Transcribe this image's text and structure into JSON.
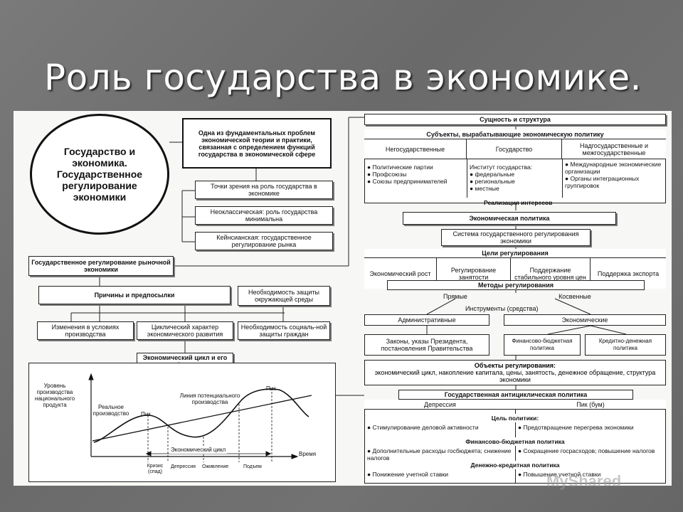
{
  "slide": {
    "title": "Роль государства в экономике."
  },
  "left": {
    "circle": "Государство и экономика. Государственное регулирование экономики",
    "problem": "Одна из фундаментальных проблем экономической теории и практики, связанная с определением функций государства в экономической сфере",
    "views": "Точки зрения на роль государства в экономике",
    "neo": "Неоклассическая: роль государства минимальна",
    "keynes": "Кейнсианская: государственное регулирование рынка",
    "gov_reg": "Государственное регулирование рыночной экономики",
    "reasons": "Причины и предпосылки",
    "env": "Необходимость защиты окружающей среды",
    "changes": "Изменения в условиях производства",
    "cyclical": "Циклический характер экономического развития",
    "social": "Необходимость социаль-ной защиты граждан",
    "cycle_title": "Экономический цикл и его фазы"
  },
  "chart": {
    "ylabel": "Уровень производства национального продукта",
    "real": "Реальное производство",
    "potential": "Линия потенциального производства",
    "peak1": "Пик",
    "peak2": "Пик",
    "cycle": "Экономический цикл",
    "time": "Время",
    "phases": [
      "Кризис (спад)",
      "Депрессия",
      "Оживление",
      "Подъем"
    ]
  },
  "right": {
    "essence": "Сущность и структура",
    "subjects": "Субъекты, вырабатывающие экономическую политику",
    "nongov": "Негосударственные",
    "gov": "Государство",
    "supra": "Надгосударственные и межгосударственные",
    "nongov_list": [
      "● Политические партии",
      "● Профсоюзы",
      "● Союзы предпринимателей"
    ],
    "gov_list": [
      "Институт государства:",
      "● федеральные",
      "● региональные",
      "● местные"
    ],
    "supra_list": [
      "● Международные экономические организации",
      "● Органы интеграционных группировок"
    ],
    "interests": "Реализация интересов",
    "econ_policy": "Экономическая политика",
    "system": "Система государственного регулирования экономики",
    "goals": "Цели регулирования",
    "goal_items": [
      "Экономический рост",
      "Регулирование занятости",
      "Поддержание стабильного уровня цен",
      "Поддержка экспорта"
    ],
    "methods": "Методы регулирования",
    "direct": "Прямые",
    "indirect": "Косвенные",
    "tools": "Инструменты (средства)",
    "admin": "Административные",
    "economic": "Экономические",
    "laws": "Законы, указы Президента, постановления Правительства",
    "fiscal": "Финансово-бюджетная политика",
    "monetary": "Кредитно-денежная политика",
    "objects_title": "Объекты регулирования:",
    "objects_text": "экономический цикл, накопление капитала, цены, занятость, денежное обращение, структура экономики",
    "anticyclic": "Государственная антициклическая политика",
    "depression": "Депрессия",
    "peak": "Пик (бум)",
    "policy_goal": "Цель политики:",
    "goal_dep": "● Стимулирование деловой активности",
    "goal_peak": "● Предотвращение перегрева экономики",
    "fiscal_pol": "Финансово-бюджетная политика",
    "fiscal_dep": "● Дополнительные расходы госбюджета; снижение налогов",
    "fiscal_peak": "● Сокращение госрасходов; повышение налогов",
    "monetary_pol": "Денежно-кредитная политика",
    "mon_dep": "● Понижение учетной ставки",
    "mon_peak": "● Повышение учетной ставки"
  },
  "watermark": "MyShared"
}
